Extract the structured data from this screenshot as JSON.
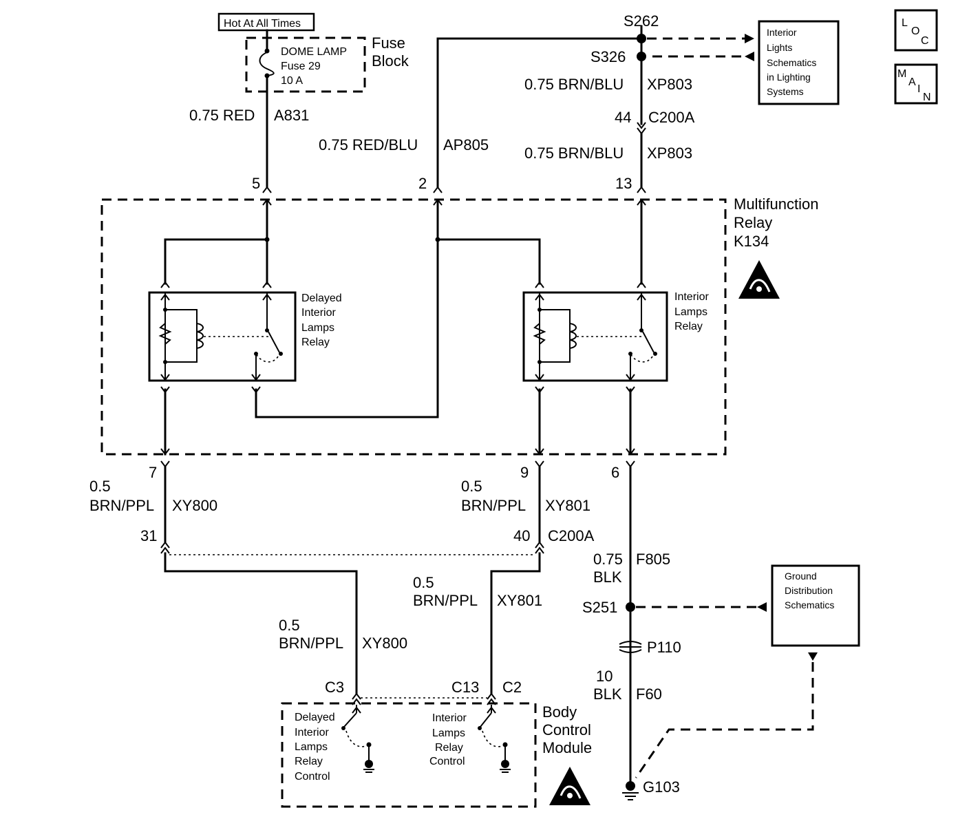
{
  "header": {
    "hot_label": "Hot At All Times",
    "fuse_block": [
      "Fuse",
      "Block"
    ],
    "fuse_text": [
      "DOME LAMP",
      "Fuse 29",
      "10 A"
    ]
  },
  "splices": {
    "s262": "S262",
    "s326": "S326",
    "s251": "S251",
    "p110": "P110",
    "g103": "G103"
  },
  "references": {
    "interior_lights": [
      "Interior",
      "Lights",
      "Schematics",
      "in Lighting",
      "Systems"
    ],
    "ground_distribution": [
      "Ground",
      "Distribution",
      "Schematics"
    ],
    "loc": [
      "L",
      "O",
      "C"
    ],
    "main": [
      "M",
      "A",
      "I",
      "N"
    ]
  },
  "wires": {
    "a831": {
      "size": "0.75 RED",
      "circuit": "A831"
    },
    "ap805": {
      "size": "0.75 RED/BLU",
      "circuit": "AP805"
    },
    "xp803_top": {
      "size": "0.75 BRN/BLU",
      "circuit": "XP803"
    },
    "xp803_bottom": {
      "size": "0.75 BRN/BLU",
      "circuit": "XP803"
    },
    "xy800_upper": {
      "size": "0.5",
      "color": "BRN/PPL",
      "circuit": "XY800"
    },
    "xy801_upper": {
      "size": "0.5",
      "color": "BRN/PPL",
      "circuit": "XY801"
    },
    "f805": {
      "size": "0.75",
      "color": "BLK",
      "circuit": "F805"
    },
    "xy801_lower": {
      "size": "0.5",
      "color": "BRN/PPL",
      "circuit": "XY801"
    },
    "xy800_lower": {
      "size": "0.5",
      "color": "BRN/PPL",
      "circuit": "XY800"
    },
    "f60": {
      "size": "10",
      "color": "BLK",
      "circuit": "F60"
    }
  },
  "connectors": {
    "c200a_top": {
      "pin": "44",
      "name": "C200A"
    },
    "c200a_mid_pin_left": "31",
    "c200a_mid_pin_right": "40",
    "c200a_mid_name": "C200A",
    "bcm_c3": "C3",
    "bcm_c13": "C13",
    "bcm_c2": "C2"
  },
  "relay_module": {
    "name": [
      "Multifunction",
      "Relay",
      "K134"
    ],
    "pins_top": [
      "5",
      "2",
      "13"
    ],
    "pins_bottom": [
      "7",
      "9",
      "6"
    ],
    "delayed_relay": [
      "Delayed",
      "Interior",
      "Lamps",
      "Relay"
    ],
    "interior_relay": [
      "Interior",
      "Lamps",
      "Relay"
    ]
  },
  "bcm": {
    "name": [
      "Body",
      "Control",
      "Module"
    ],
    "delayed_control": [
      "Delayed",
      "Interior",
      "Lamps",
      "Relay",
      "Control"
    ],
    "interior_control": [
      "Interior",
      "Lamps",
      "Relay",
      "Control"
    ]
  }
}
